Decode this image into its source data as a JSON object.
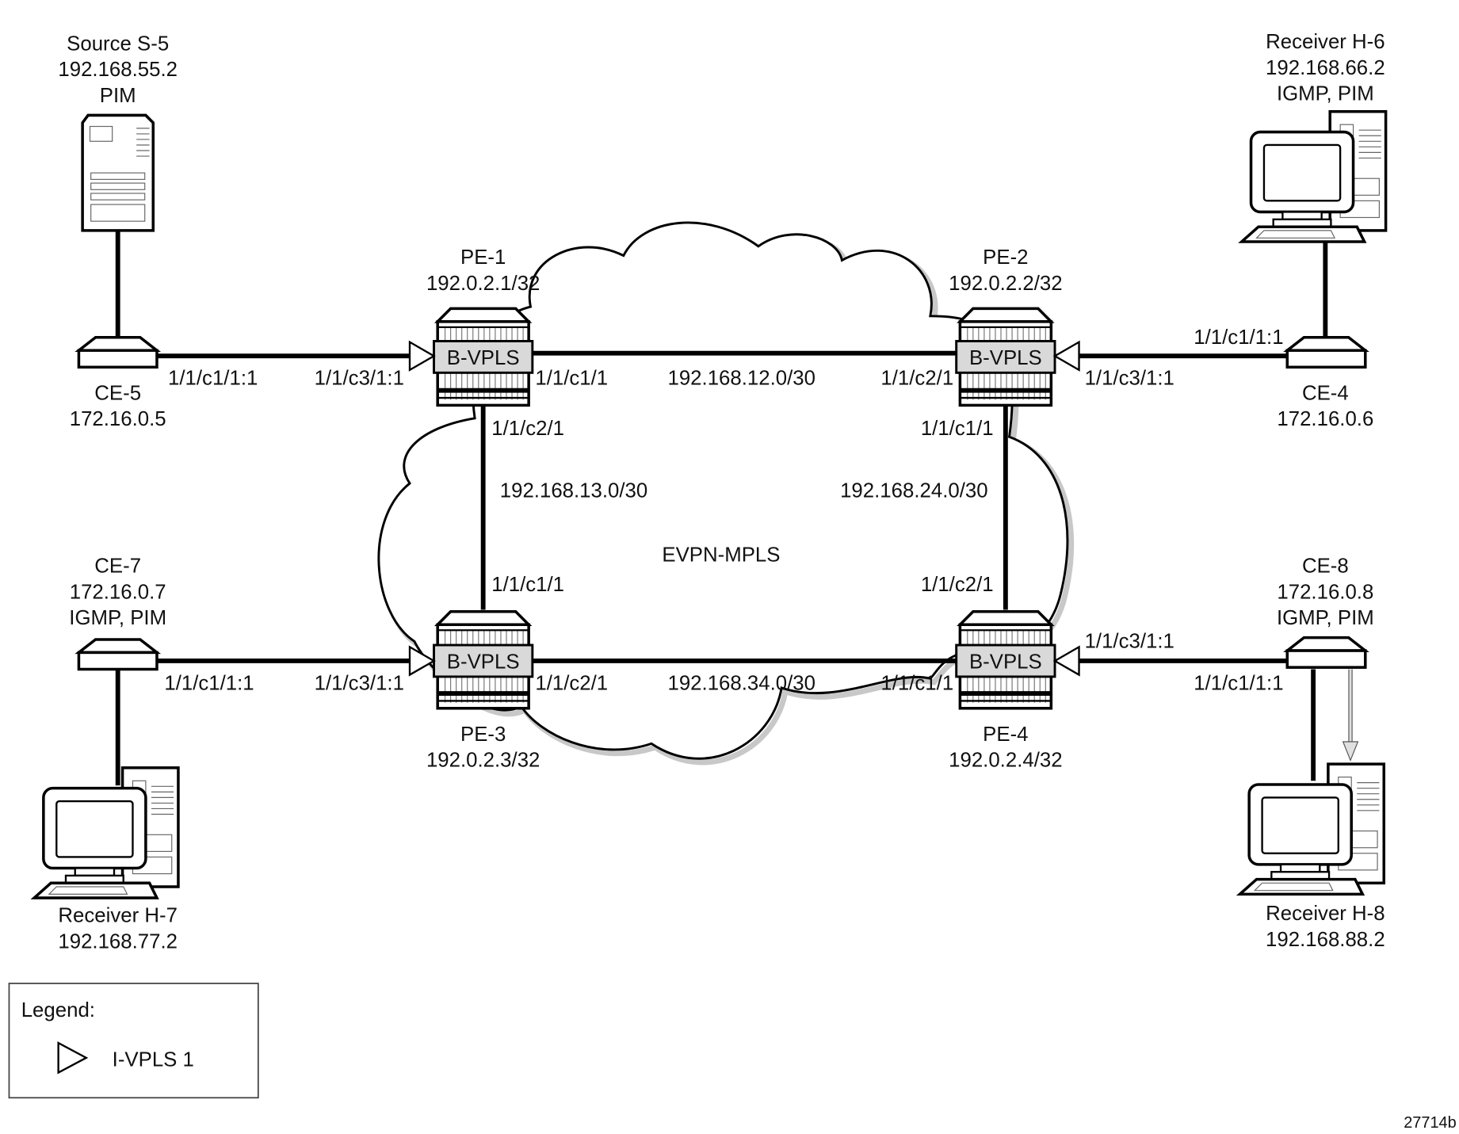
{
  "network": {
    "core_label": "EVPN-MPLS",
    "figure_id": "27714b"
  },
  "pe_routers": [
    {
      "id": "pe1",
      "name": "PE-1",
      "system_ip": "192.0.2.1/32",
      "service": "B-VPLS"
    },
    {
      "id": "pe2",
      "name": "PE-2",
      "system_ip": "192.0.2.2/32",
      "service": "B-VPLS"
    },
    {
      "id": "pe3",
      "name": "PE-3",
      "system_ip": "192.0.2.3/32",
      "service": "B-VPLS"
    },
    {
      "id": "pe4",
      "name": "PE-4",
      "system_ip": "192.0.2.4/32",
      "service": "B-VPLS"
    }
  ],
  "ce_devices": [
    {
      "id": "ce5",
      "name": "CE-5",
      "ip": "172.16.0.5",
      "protocols": ""
    },
    {
      "id": "ce4",
      "name": "CE-4",
      "ip": "172.16.0.6",
      "protocols": ""
    },
    {
      "id": "ce7",
      "name": "CE-7",
      "ip": "172.16.0.7",
      "protocols": "IGMP, PIM"
    },
    {
      "id": "ce8",
      "name": "CE-8",
      "ip": "172.16.0.8",
      "protocols": "IGMP, PIM"
    }
  ],
  "hosts": [
    {
      "id": "s5",
      "name": "Source S-5",
      "ip": "192.168.55.2",
      "protocols": "PIM",
      "type": "server"
    },
    {
      "id": "h6",
      "name": "Receiver H-6",
      "ip": "192.168.66.2",
      "protocols": "IGMP, PIM",
      "type": "pc"
    },
    {
      "id": "h7",
      "name": "Receiver H-7",
      "ip": "192.168.77.2",
      "protocols": "",
      "type": "pc"
    },
    {
      "id": "h8",
      "name": "Receiver H-8",
      "ip": "192.168.88.2",
      "protocols": "",
      "type": "pc"
    }
  ],
  "core_links": [
    {
      "from": "PE-1",
      "to": "PE-2",
      "subnet": "192.168.12.0/30",
      "from_port": "1/1/c1/1",
      "to_port": "1/1/c2/1"
    },
    {
      "from": "PE-1",
      "to": "PE-3",
      "subnet": "192.168.13.0/30",
      "from_port": "1/1/c2/1",
      "to_port": "1/1/c1/1"
    },
    {
      "from": "PE-2",
      "to": "PE-4",
      "subnet": "192.168.24.0/30",
      "from_port": "1/1/c1/1",
      "to_port": "1/1/c2/1"
    },
    {
      "from": "PE-3",
      "to": "PE-4",
      "subnet": "192.168.34.0/30",
      "from_port": "1/1/c2/1",
      "to_port": "1/1/c1/1"
    }
  ],
  "access_links": [
    {
      "ce": "CE-5",
      "pe": "PE-1",
      "ce_port": "1/1/c1/1:1",
      "pe_port": "1/1/c3/1:1"
    },
    {
      "ce": "CE-4",
      "pe": "PE-2",
      "ce_port": "1/1/c1/1:1",
      "pe_port": "1/1/c3/1:1"
    },
    {
      "ce": "CE-7",
      "pe": "PE-3",
      "ce_port": "1/1/c1/1:1",
      "pe_port": "1/1/c3/1:1"
    },
    {
      "ce": "CE-8",
      "pe": "PE-4",
      "ce_port": "1/1/c1/1:1",
      "pe_port": "1/1/c3/1:1"
    }
  ],
  "legend": {
    "title": "Legend:",
    "items": [
      {
        "icon": "triangle-icon",
        "label": "I-VPLS 1"
      }
    ]
  }
}
